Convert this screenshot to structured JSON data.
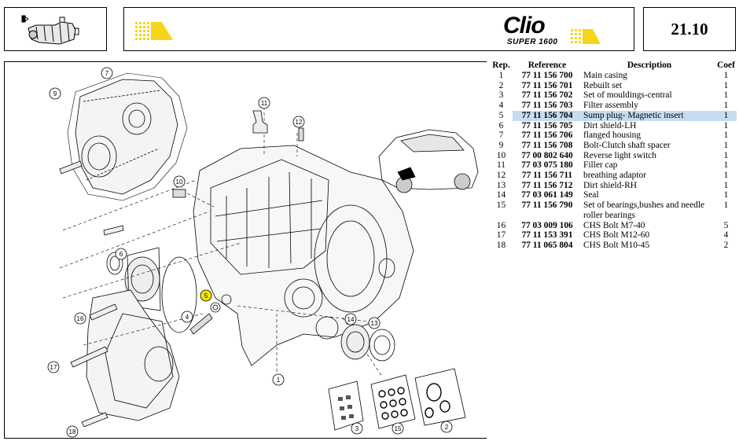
{
  "header": {
    "brand_line1": "Clio",
    "brand_line2": "SUPER 1600",
    "page_number": "21.10"
  },
  "table": {
    "columns": [
      "Rep.",
      "Reference",
      "Description",
      "Coef"
    ],
    "rows": [
      {
        "rep": "1",
        "ref": "77 11 156 700",
        "desc": "Main casing",
        "coef": "1"
      },
      {
        "rep": "2",
        "ref": "77 11 156 701",
        "desc": "Rebuilt set",
        "coef": "1"
      },
      {
        "rep": "3",
        "ref": "77 11 156 702",
        "desc": "Set of mouldings-central",
        "coef": "1"
      },
      {
        "rep": "4",
        "ref": "77 11 156 703",
        "desc": "Filter assembly",
        "coef": "1"
      },
      {
        "rep": "5",
        "ref": "77 11 156 704",
        "desc": "Sump plug- Magnetic insert",
        "coef": "1"
      },
      {
        "rep": "6",
        "ref": "77 11 156 705",
        "desc": "Dirt shield-LH",
        "coef": "1"
      },
      {
        "rep": "7",
        "ref": "77 11 156 706",
        "desc": "flanged housing",
        "coef": "1"
      },
      {
        "rep": "9",
        "ref": "77 11 156 708",
        "desc": "Bolt-Clutch shaft spacer",
        "coef": "1"
      },
      {
        "rep": "10",
        "ref": "77 00 802 640",
        "desc": "Reverse light switch",
        "coef": "1"
      },
      {
        "rep": "11",
        "ref": "77 03 075 180",
        "desc": "Filler cap",
        "coef": "1"
      },
      {
        "rep": "12",
        "ref": "77 11 156 711",
        "desc": "breathing adaptor",
        "coef": "1"
      },
      {
        "rep": "13",
        "ref": "77 11 156 712",
        "desc": "Dirt shield-RH",
        "coef": "1"
      },
      {
        "rep": "14",
        "ref": "77 03 061 149",
        "desc": "Seal",
        "coef": "1"
      },
      {
        "rep": "15",
        "ref": "77 11 156 790",
        "desc": "Set of bearings,bushes and needle roller bearings",
        "coef": "1"
      },
      {
        "rep": "16",
        "ref": "77 03 009 106",
        "desc": "CHS Bolt M7-40",
        "coef": "5"
      },
      {
        "rep": "17",
        "ref": "77 11 153 391",
        "desc": "CHS Bolt M12-60",
        "coef": "4"
      },
      {
        "rep": "18",
        "ref": "77 11 065 804",
        "desc": "CHS Bolt M10-45",
        "coef": "2"
      }
    ],
    "selected_rep": "5"
  },
  "diagram": {
    "callouts": [
      "1",
      "2",
      "3",
      "4",
      "5",
      "6",
      "7",
      "9",
      "10",
      "11",
      "12",
      "13",
      "14",
      "15",
      "16",
      "17",
      "18"
    ],
    "highlighted": "5",
    "highlight_color": "#f2e500"
  },
  "colors": {
    "accent_yellow": "#f7d417",
    "selection_blue": "#c6dcf0"
  }
}
